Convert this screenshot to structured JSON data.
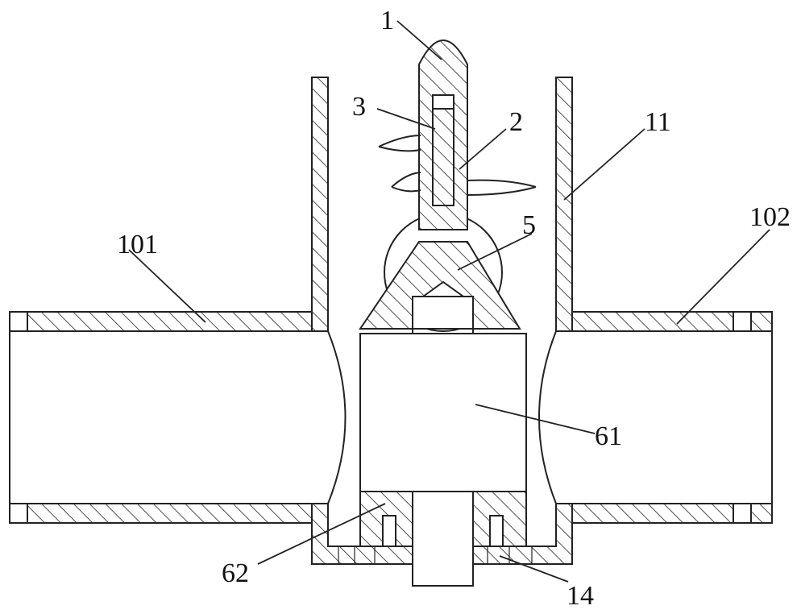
{
  "figure": {
    "labels": {
      "l1": "1",
      "l2": "2",
      "l3": "3",
      "l5": "5",
      "l11": "11",
      "l14": "14",
      "l61": "61",
      "l62": "62",
      "l101": "101",
      "l102": "102"
    }
  }
}
